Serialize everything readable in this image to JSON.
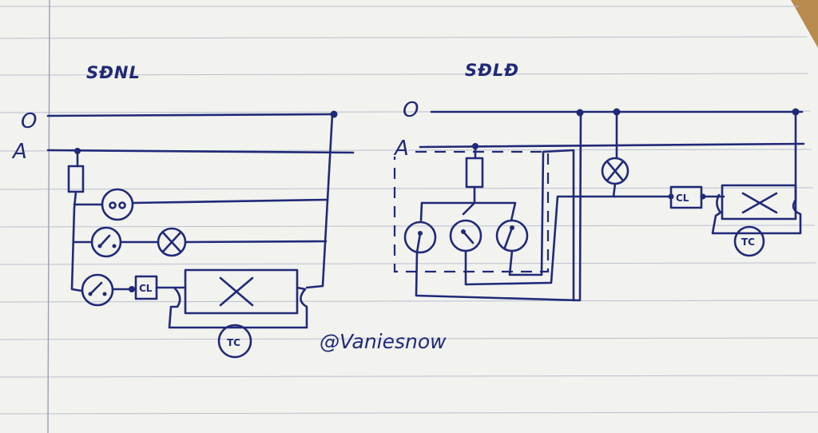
{
  "diagram": {
    "left_title": "SĐNL",
    "right_title": "SĐLĐ",
    "left_rail_o": "O",
    "left_rail_a": "A",
    "right_rail_o": "O",
    "right_rail_a": "A",
    "cl_label": "CL",
    "tc_label": "TC",
    "signature": "@Vaniesnow"
  },
  "colors": {
    "ink": "#1f2a78",
    "paper": "#f2f2ef",
    "rule": "#b9c0cf",
    "margin": "#9a9fb4",
    "wood": "#b98a4e"
  }
}
